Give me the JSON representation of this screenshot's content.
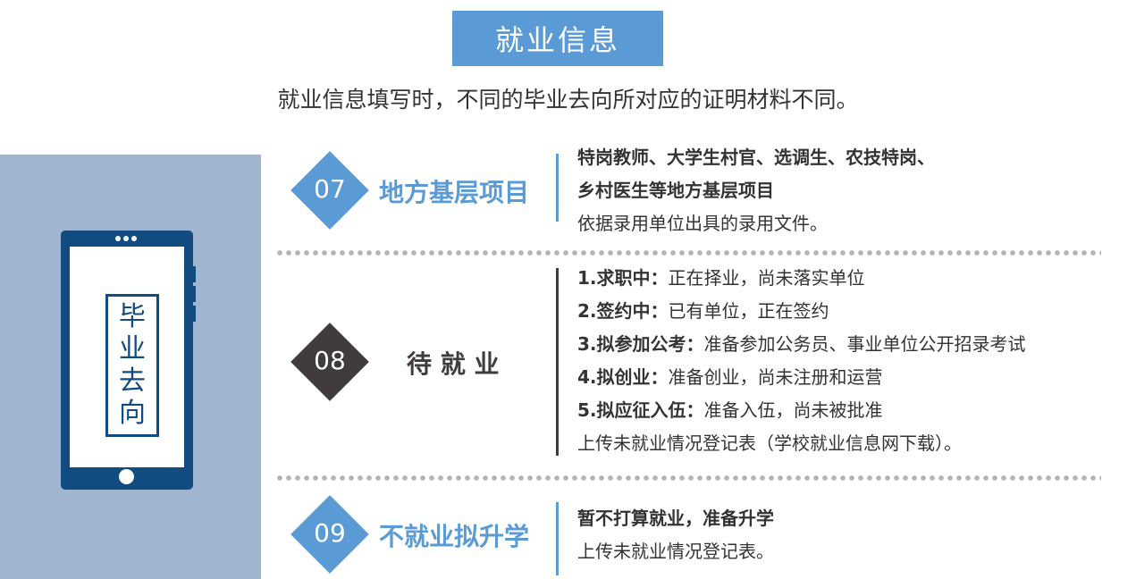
{
  "title": "就业信息",
  "subtitle": "就业信息填写时，不同的毕业去向所对应的证明材料不同。",
  "phone_label": [
    "毕",
    "业",
    "去",
    "向"
  ],
  "sections": [
    {
      "num": "07",
      "category": "地方基层项目",
      "bold_lines": [
        "特岗教师、大学生村官、选调生、农技特岗、",
        "乡村医生等地方基层项目"
      ],
      "note": "依据录用单位出具的录用文件。"
    },
    {
      "num": "08",
      "category": "待 就 业",
      "items": [
        {
          "key": "1.求职中：",
          "value": "正在择业，尚未落实单位"
        },
        {
          "key": "2.签约中：",
          "value": "已有单位，正在签约"
        },
        {
          "key": "3.拟参加公考：",
          "value": "准备参加公务员、事业单位公开招录考试"
        },
        {
          "key": "4.拟创业：",
          "value": "准备创业，尚未注册和运营"
        },
        {
          "key": "5.拟应征入伍：",
          "value": "准备入伍，尚未被批准"
        }
      ],
      "note": "上传未就业情况登记表（学校就业信息网下载）。"
    },
    {
      "num": "09",
      "category": "不就业拟升学",
      "bold_lines": [
        "暂不打算就业，准备升学"
      ],
      "note": "上传未就业情况登记表。"
    }
  ],
  "colors": {
    "blue": "#5b9bd5",
    "dark": "#3f3b3e",
    "navy": "#124b80",
    "panel": "#a1b5d1"
  }
}
